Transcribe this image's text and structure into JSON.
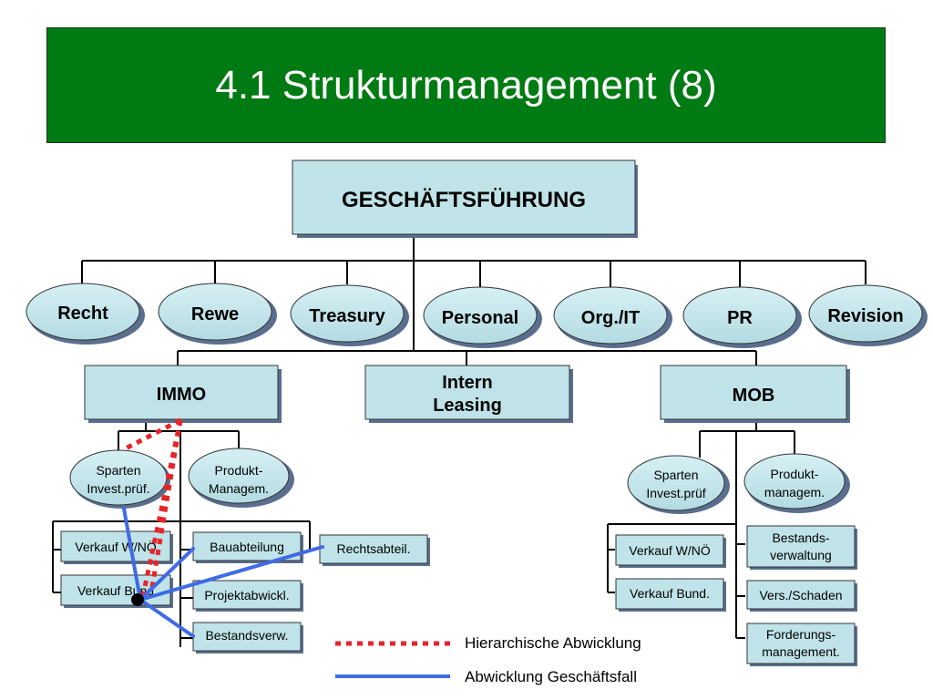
{
  "title": "4.1 Strukturmanagement (8)",
  "colors": {
    "banner": "#007a12",
    "box": "#bfe3e8",
    "shadow": "#5a6f8f",
    "red": "#e8232a",
    "blue": "#3f6be6"
  },
  "top": {
    "label": "GESCHÄFTSFÜHRUNG"
  },
  "staff": {
    "recht": "Recht",
    "rewe": "Rewe",
    "treasury": "Treasury",
    "personal": "Personal",
    "orgit": "Org./IT",
    "pr": "PR",
    "revision": "Revision"
  },
  "divisions": {
    "immo": "IMMO",
    "leasing_1": "Intern",
    "leasing_2": "Leasing",
    "mob": "MOB"
  },
  "immo": {
    "sparten_1": "Sparten",
    "sparten_2": "Invest.prüf.",
    "produkt_1": "Produkt-",
    "produkt_2": "Managem.",
    "verkauf_wno": "Verkauf W/NÖ",
    "verkauf_bund": "Verkauf Bund",
    "bauabteilung": "Bauabteilung",
    "projektabwickl": "Projektabwickl.",
    "bestandsverw": "Bestandsverw.",
    "rechtsabteil": "Rechtsabteil."
  },
  "mob": {
    "sparten_1": "Sparten",
    "sparten_2": "Invest.prüf",
    "produkt_1": "Produkt-",
    "produkt_2": "managem.",
    "verkauf_wno": "Verkauf W/NÖ",
    "verkauf_bund": "Verkauf Bund.",
    "bestands_1": "Bestands-",
    "bestands_2": "verwaltung",
    "vers": "Vers./Schaden",
    "forderungs_1": "Forderungs-",
    "forderungs_2": "management."
  },
  "legend": {
    "hierarchisch": "Hierarchische Abwicklung",
    "geschaeftsfall": "Abwicklung Geschäftsfall"
  }
}
